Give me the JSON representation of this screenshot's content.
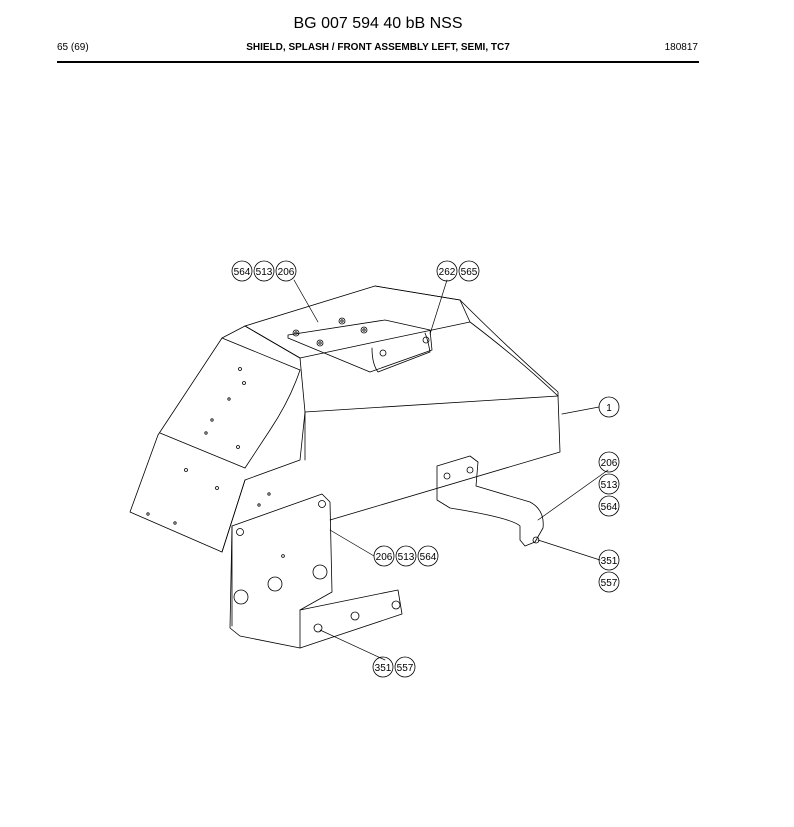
{
  "header": {
    "doc_title": "BG 007 594 40 bB NSS",
    "page": "65 (69)",
    "subtitle": "SHIELD, SPLASH / FRONT ASSEMBLY LEFT, SEMI, TC7",
    "date": "180817"
  },
  "callouts": {
    "group_top_left": [
      "564",
      "513",
      "206"
    ],
    "group_top_right": [
      "262",
      "565"
    ],
    "main_part": "1",
    "group_right_bracket": [
      "206",
      "513",
      "564"
    ],
    "group_right_stud": [
      "351",
      "557"
    ],
    "group_lower_bracket": [
      "206",
      "513",
      "564"
    ],
    "group_lower_stud": [
      "351",
      "557"
    ]
  }
}
